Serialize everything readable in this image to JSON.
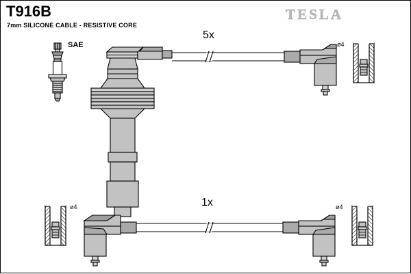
{
  "document": {
    "title": "T916B",
    "subtitle": "7mm SILICONE CABLE - RESISTIVE CORE",
    "brand": "TESLA",
    "border_color": "#000000",
    "background_color": "#ffffff"
  },
  "labels": {
    "sae": "SAE",
    "qty_top": "5x",
    "qty_bottom": "1x",
    "diameter_top_right": "ø4",
    "diameter_bottom_left": "ø4",
    "diameter_bottom_right": "ø4"
  },
  "colors": {
    "outline": "#000000",
    "fill_light": "#d2d2d2",
    "fill_mid": "#c2c2c2",
    "fill_dark": "#aaaaaa",
    "cable_fill": "#ffffff",
    "brand_gray": "#b9b9b9"
  },
  "parts": [
    {
      "name": "spark-plug-reference",
      "label": "SAE",
      "position": "top-left"
    },
    {
      "name": "ignition-cable-assembly-top",
      "quantity": "5x",
      "left_end": "ribbed-spark-plug-boot",
      "right_end": "right-angle-connector",
      "terminal": "ø4",
      "has_break_symbol": true
    },
    {
      "name": "ignition-cable-assembly-bottom",
      "quantity": "1x",
      "left_end": "right-angle-connector",
      "right_end": "right-angle-connector",
      "terminal": "ø4",
      "has_break_symbol": true
    }
  ]
}
